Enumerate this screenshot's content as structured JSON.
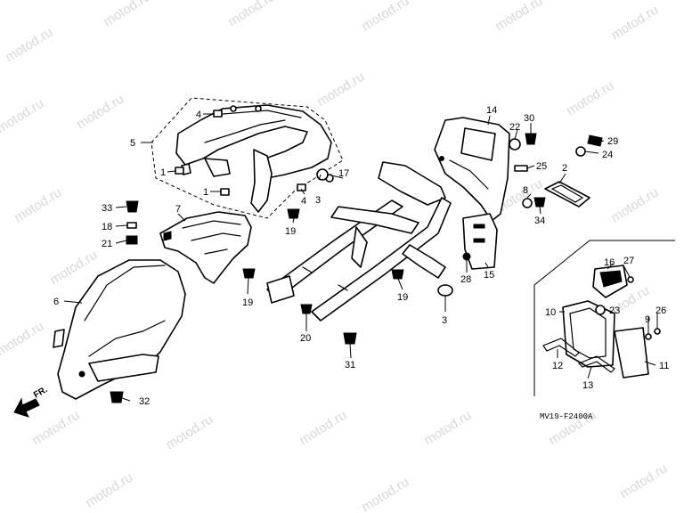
{
  "watermark": "motod.ru",
  "diagram_code": "MV19-F2400A",
  "direction_label": "FR.",
  "callouts": {
    "c1": "1",
    "c1b": "1",
    "c2": "2",
    "c3": "3",
    "c3b": "3",
    "c4": "4",
    "c4b": "4",
    "c5": "5",
    "c6": "6",
    "c7": "7",
    "c8": "8",
    "c9": "9",
    "c10": "10",
    "c11": "11",
    "c12": "12",
    "c13": "13",
    "c14": "14",
    "c15": "15",
    "c16": "16",
    "c17": "17",
    "c18": "18",
    "c19a": "19",
    "c19b": "19",
    "c19c": "19",
    "c20": "20",
    "c21": "21",
    "c22": "22",
    "c23": "23",
    "c24": "24",
    "c25": "25",
    "c26": "26",
    "c27": "27",
    "c28": "28",
    "c29": "29",
    "c30": "30",
    "c31": "31",
    "c32": "32",
    "c33": "33",
    "c34": "34"
  },
  "colors": {
    "ink": "#000000",
    "paper": "#ffffff",
    "watermark": "#b8b8b8"
  }
}
